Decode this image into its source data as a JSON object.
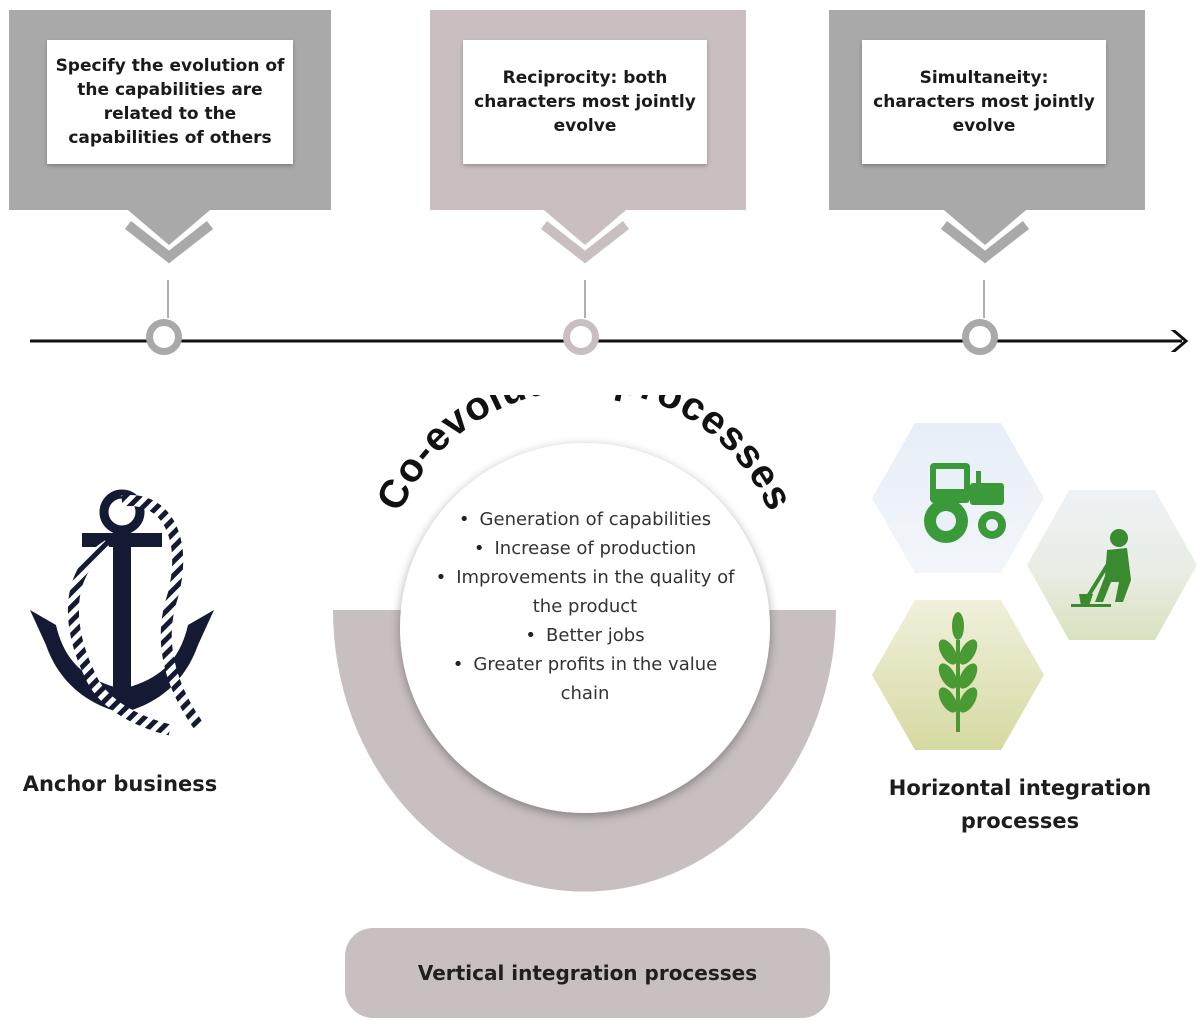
{
  "colors": {
    "callout_gray": "#a9a9a9",
    "callout_mauve": "#c9bfc0",
    "timeline": "#111111",
    "anchor": "#141a33",
    "icon_green": "#3a9a3a"
  },
  "callouts": [
    {
      "text": "Specify the evolution of the capabilities are related to the capabilities of others",
      "color": "#a9a9a9"
    },
    {
      "text": "Reciprocity: both characters most jointly evolve",
      "color": "#c9bfc0"
    },
    {
      "text": "Simultaneity: characters most jointly evolve",
      "color": "#a9a9a9"
    }
  ],
  "center": {
    "arc_title": "Co-evolutive processes",
    "bullets": [
      "Generation of capabilities",
      "Increase of production",
      "Improvements in the quality of the product",
      "Better jobs",
      "Greater profits in the value chain"
    ]
  },
  "labels": {
    "left": "Anchor business",
    "right": "Horizontal integration processes",
    "bottom": "Vertical integration processes"
  },
  "icons": [
    "anchor-icon",
    "tractor-icon",
    "farmer-icon",
    "wheat-icon"
  ]
}
